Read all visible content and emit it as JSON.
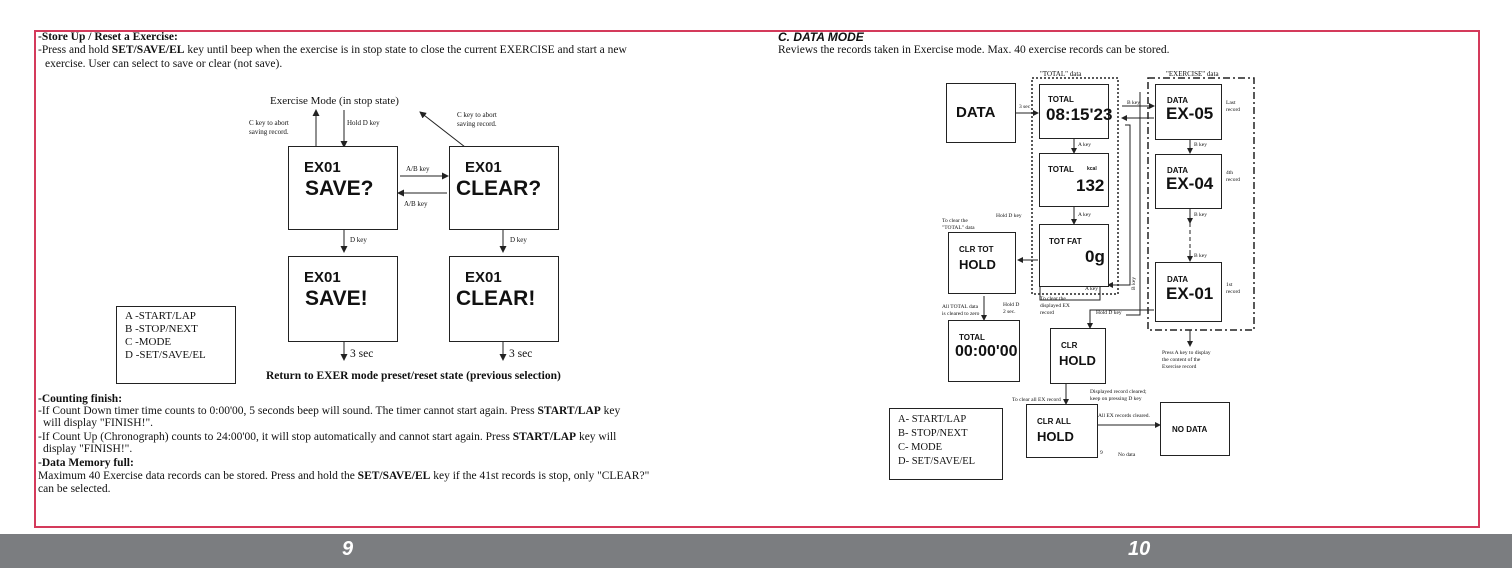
{
  "left": {
    "store_heading": "-Store Up / Reset a Exercise:",
    "store_text_1_a": "-Press and hold ",
    "store_text_1_b": "SET/SAVE/EL",
    "store_text_1_c": " key until beep when the exercise is in stop state to close the current EXERCISE and start a new",
    "store_text_2": "exercise.  User can select to save or clear (not save).",
    "diagram": {
      "mode_label": "Exercise Mode (in stop state)",
      "c_left": [
        "C key to abort",
        "saving record."
      ],
      "hold_d": "Hold D key",
      "c_right": [
        "C key to abort",
        "saving record."
      ],
      "ab_key_top": "A/B key",
      "ab_key_bottom": "A/B key",
      "d_key_left": "D key",
      "d_key_right": "D key",
      "sec_left": "3 sec",
      "sec_right": "3 sec",
      "return_text": "Return to EXER mode preset/reset state (previous selection)",
      "screens": [
        {
          "top": "EX01",
          "main": "SAVE?"
        },
        {
          "top": "EX01",
          "main": "CLEAR?"
        },
        {
          "top": "EX01",
          "main": "SAVE!"
        },
        {
          "top": "EX01",
          "main": "CLEAR!"
        }
      ]
    },
    "legend": [
      "A -START/LAP",
      "B -STOP/NEXT",
      "C -MODE",
      "D -SET/SAVE/EL"
    ],
    "counting_heading": "-Counting finish:",
    "cd_1_a": "-If Count Down timer time counts to 0:00'00, 5 seconds beep will sound.  The timer cannot start again. Press ",
    "cd_1_b": "START/LAP",
    "cd_1_c": " key",
    "cd_2": "will display \"FINISH!\".",
    "cu_1_a": "-If Count Up (Chronograph) counts to 24:00'00, it will stop automatically and cannot start again.  Press ",
    "cu_1_b": "START/LAP",
    "cu_1_c": " key will",
    "cu_2": "display \"FINISH!\".",
    "memory_heading": "-Data Memory full:",
    "mem_1_a": "Maximum 40 Exercise data records can be stored.  Press and hold the ",
    "mem_1_b": "SET/SAVE/EL",
    "mem_1_c": " key if the 41st records is stop, only \"CLEAR?\"",
    "mem_2": "can be selected.",
    "page_number": "9"
  },
  "right": {
    "heading": "C. DATA MODE",
    "intro": "Reviews the records taken in Exercise mode. Max. 40 exercise records can be stored.",
    "total_data_label": "\"TOTAL\" data",
    "exercise_data_label": "\"EXERCISE\" data",
    "data_screen": "DATA",
    "three_sec": "3 sec",
    "b_key": "B key",
    "last_record": [
      "Last",
      "record"
    ],
    "fourth_record": [
      "4th",
      "record"
    ],
    "first_record": [
      "1st",
      "record"
    ],
    "a_key_1": "A key",
    "a_key_2": "A key",
    "a_key_3": "A key",
    "b_key_2": "B key",
    "b_key_3": "B key",
    "b_key_4": "B key",
    "b_key_side": "B key",
    "total_screens": [
      {
        "label": "TOTAL",
        "value": "08:15'23"
      },
      {
        "label": "TOTAL",
        "unit": "kcal",
        "value": "132"
      },
      {
        "label": "TOT  FAT",
        "value": "0g"
      }
    ],
    "exercise_screens": [
      {
        "label": "DATA",
        "value": "EX-05"
      },
      {
        "label": "DATA",
        "value": "EX-04"
      },
      {
        "label": "DATA",
        "value": "EX-01"
      }
    ],
    "clear_total_note": [
      "To clear the",
      "\"TOTAL\" data"
    ],
    "hold_d_key": "Hold D key",
    "clr_tot": {
      "label": "CLR  TOT",
      "value": "HOLD"
    },
    "cleared_note": [
      "All TOTAL data",
      "is cleared to zero"
    ],
    "hold_d_2sec": [
      "Hold D",
      "2 sec."
    ],
    "total_zero": {
      "label": "TOTAL",
      "value": "00:00'00"
    },
    "clear_ex_note": [
      "To clear the",
      "displayed EX",
      "record"
    ],
    "hold_d_key_2": "Hold D key",
    "clr_hold": {
      "label": "CLR",
      "value": "HOLD"
    },
    "press_a_note": [
      "Press A key to display",
      "the content of the",
      "Exercise record"
    ],
    "displayed_cleared": [
      "Displayed record cleared;",
      "keep on pressing D key"
    ],
    "clear_all_note": "To clear all EX record",
    "clr_all": {
      "label": "CLR  ALL",
      "value": "HOLD"
    },
    "all_cleared": "All EX records cleared.",
    "no_data_screen": "NO  DATA",
    "nine": "9",
    "no_data_note": "No data",
    "legend": [
      "A-  START/LAP",
      "B-  STOP/NEXT",
      "C-  MODE",
      "D-  SET/SAVE/EL"
    ],
    "page_number": "10"
  },
  "colors": {
    "frame": "#d43a5b",
    "footer": "#7b7d80"
  }
}
